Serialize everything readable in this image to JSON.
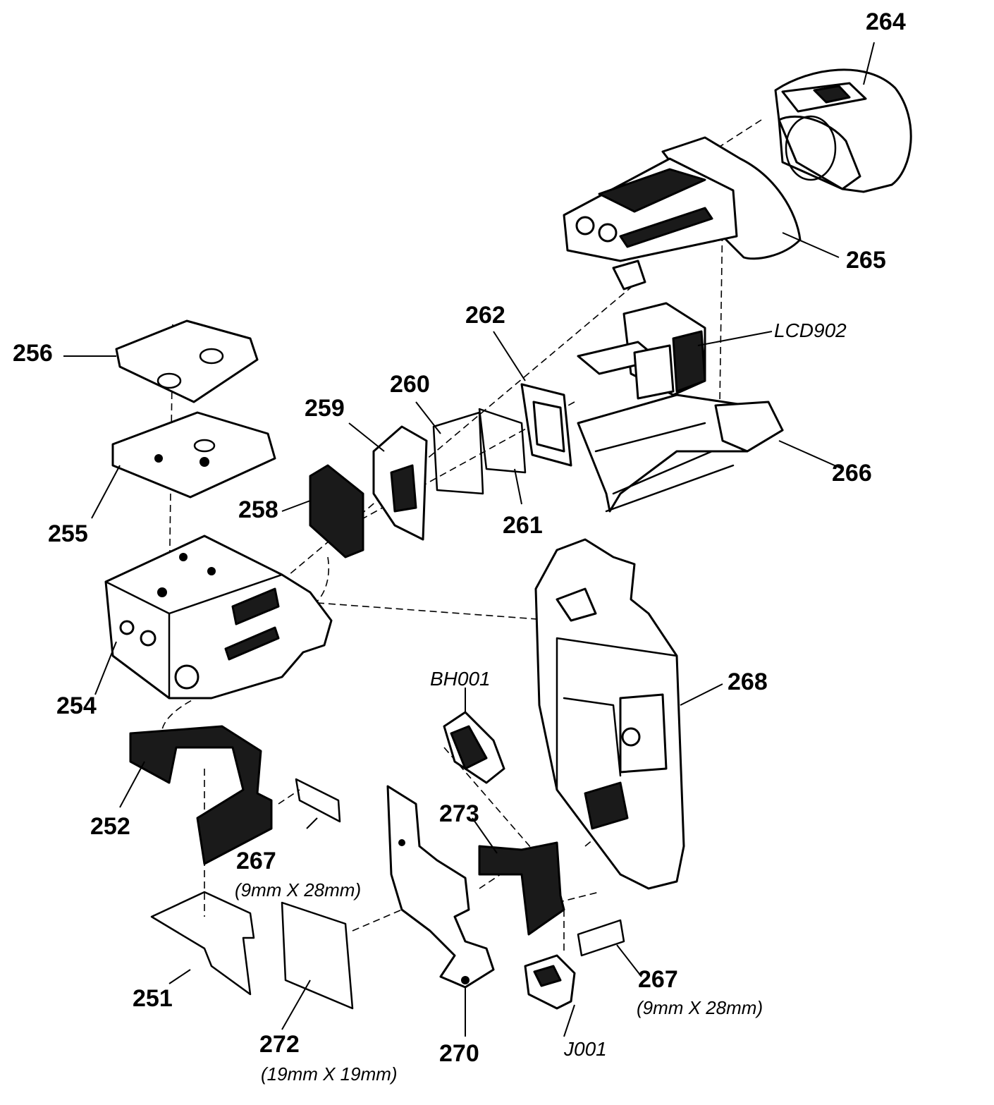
{
  "parts": {
    "p251": "251",
    "p252": "252",
    "p254": "254",
    "p255": "255",
    "p256": "256",
    "p258": "258",
    "p259": "259",
    "p260": "260",
    "p261": "261",
    "p262": "262",
    "p264": "264",
    "p265": "265",
    "p266": "266",
    "p267a": "267",
    "p267a_size": "(9mm X 28mm)",
    "p267b": "267",
    "p267b_size": "(9mm X 28mm)",
    "p268": "268",
    "p270": "270",
    "p272": "272",
    "p272_size": "(19mm X 19mm)",
    "p273": "273",
    "lcd902": "LCD902",
    "bh001": "BH001",
    "j001": "J001"
  }
}
